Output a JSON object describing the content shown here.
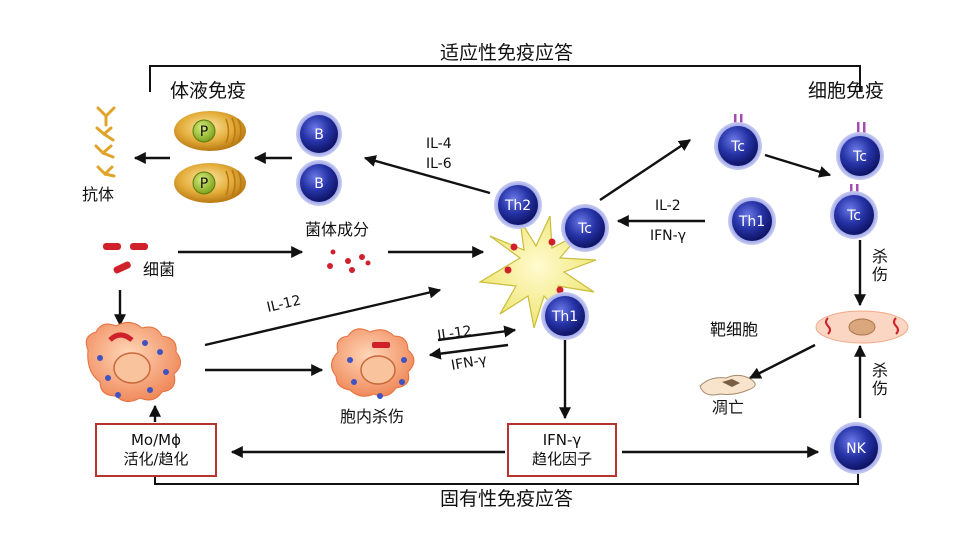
{
  "header": {
    "adaptive": "适应性免疫应答",
    "humoral": "体液免疫",
    "cellular": "细胞免疫",
    "innate": "固有性免疫应答"
  },
  "cells": {
    "P": "P",
    "B": "B",
    "Th2": "Th2",
    "Tc": "Tc",
    "Th1": "Th1",
    "NK": "NK"
  },
  "labels": {
    "antibody": "抗体",
    "bacteria": "细菌",
    "bacterial_components": "菌体成分",
    "il4": "IL-4",
    "il6": "IL-6",
    "il2": "IL-2",
    "ifn_gamma": "IFN-γ",
    "il12_left": "IL-12",
    "il12_mid": "IL-12",
    "ifn_mid": "IFN-γ",
    "intracellular_kill": "胞内杀伤",
    "target_cell": "靶细胞",
    "kill_top": "杀伤",
    "kill_bottom": "杀伤",
    "apoptosis": "凋亡"
  },
  "boxes": {
    "mo_line1": "Mo/Mϕ",
    "mo_line2": "活化/趋化",
    "ifn_line1": "IFN-γ",
    "ifn_line2": "趋化因子"
  },
  "colors": {
    "arrow": "#111111",
    "box_border": "#b5342f",
    "lymphocyte": "#1f2a9a",
    "plasma": "#e0a631",
    "dendritic": "#f7f08e",
    "macrophage": "#f4a079",
    "bacteria": "#d0212a"
  }
}
